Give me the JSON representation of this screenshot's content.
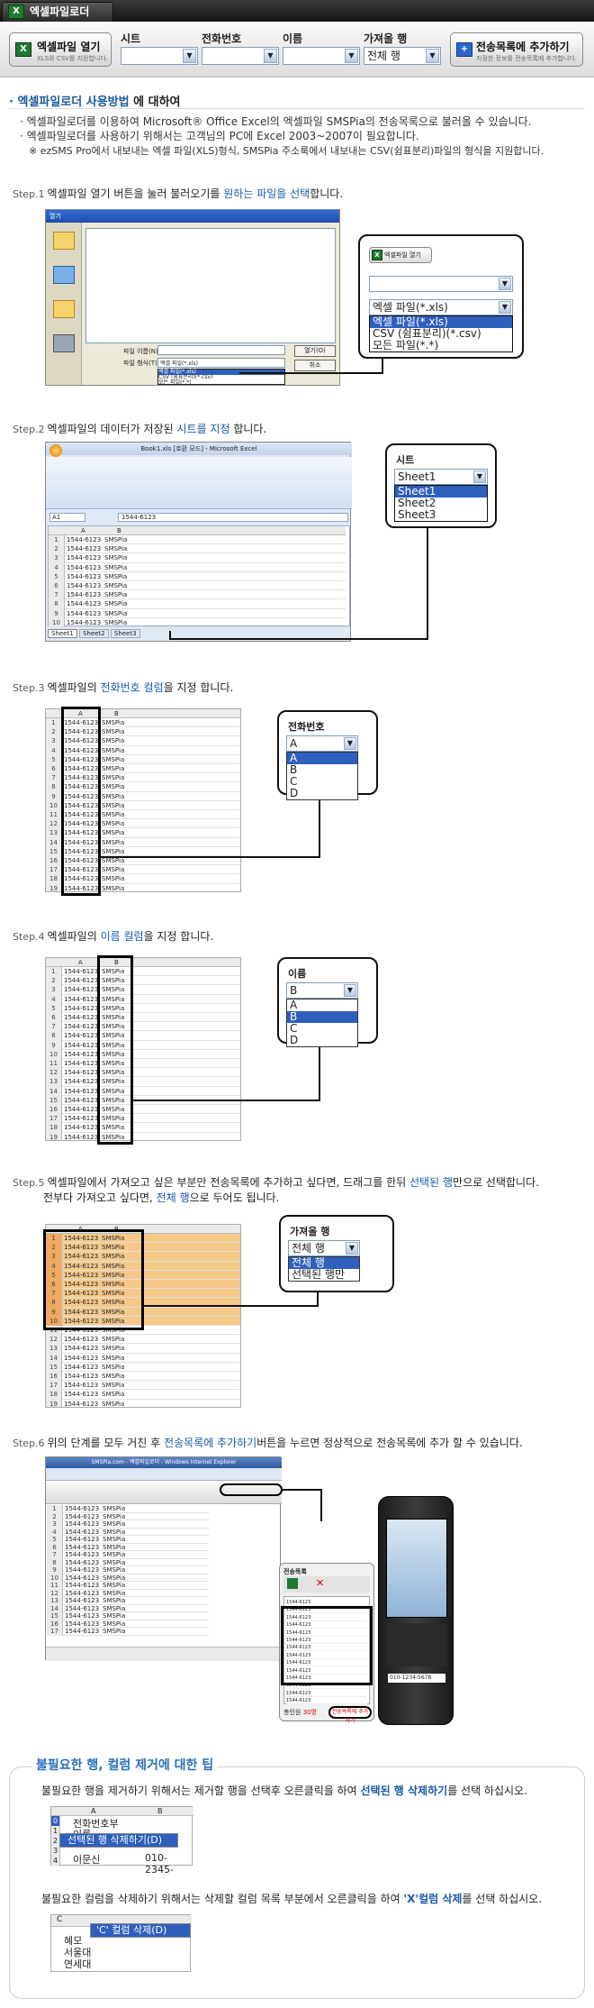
{
  "window": {
    "title": "엑셀파일로더"
  },
  "toolbar": {
    "open_button": {
      "label": "엑셀파일 열기",
      "sub": "XLS와 CSV를 지원합니다."
    },
    "fields": [
      {
        "label": "시트",
        "value": ""
      },
      {
        "label": "전화번호",
        "value": ""
      },
      {
        "label": "이름",
        "value": ""
      },
      {
        "label": "가져올 행",
        "value": "전체 행"
      }
    ],
    "add_button": {
      "label": "전송목록에 추가하기",
      "sub": "지정한 정보를 전송목록에 추가합니다."
    }
  },
  "guide": {
    "title_prefix": "· 엑셀파일로더 사용방법",
    "title_suffix": "에 대하여",
    "bullets": [
      "· 엑셀파일로더를 이용하여 Microsoft® Office Excel의 엑셀파일 SMSPia의 전송목록으로 불러올 수 있습니다.",
      "· 엑셀파일로더를 사용하기 위해서는 고객님의 PC에 Excel 2003~2007이 필요합니다.",
      "※ ezSMS Pro에서 내보내는 엑셀 파일(XLS)형식, SMSPia 주소록에서 내보내는 CSV(쉼표분리)파일의 형식을 지원합니다."
    ]
  },
  "steps": [
    {
      "num": "Step.1",
      "pre": "엑셀파일 열기 버튼을 눌러 불러오기를 ",
      "blue": "원하는 파일을 선택",
      "post": "합니다."
    },
    {
      "num": "Step.2",
      "pre": "엑셀파일의 데이터가 저장된 ",
      "blue": "시트를 지정",
      "post": " 합니다."
    },
    {
      "num": "Step.3",
      "pre": "엑셀파일의 ",
      "blue": "전화번호 컬럼",
      "post": "을 지정 합니다."
    },
    {
      "num": "Step.4",
      "pre": "엑셀파일의 ",
      "blue": "이름 컬럼",
      "post": "을 지정 합니다."
    },
    {
      "num": "Step.5",
      "pre": "엑셀파일에서 가져오고 싶은 부분만 전송목록에 추가하고 싶다면, 드래그를 한뒤 ",
      "blue": "선택된 행",
      "post": "만으로 선택합니다.",
      "line2_pre": "전부다 가져오고 싶다면, ",
      "line2_blue": "전체 행",
      "line2_post": "으로 두어도 됩니다."
    },
    {
      "num": "Step.6",
      "pre": "위의 단계를 모두 거친 후 ",
      "blue": "전송목록에 추가하기",
      "post": "버튼을 누르면 정상적으로 전송목록에 추가 할 수 있습니다."
    }
  ],
  "step1": {
    "dialog_title": "열기",
    "callout_button": "엑셀파일 열기",
    "callout_select": "엑셀 파일(*.xls)",
    "options": [
      "엑셀 파일(*.xls)",
      "CSV (쉼표분리)(*.csv)",
      "모든 파일(*.*)"
    ],
    "open_btn": "열기(O)",
    "cancel_btn": "취소",
    "filename_label": "파일 이름(N):",
    "filetype_label": "파일 형식(T):"
  },
  "step2": {
    "excel_title": "Book1.xls [호환 모드] - Microsoft Excel",
    "cell_ref": "A1",
    "cell_value": "1544-6123",
    "callout_label": "시트",
    "callout_select": "Sheet1",
    "options": [
      "Sheet1",
      "Sheet2",
      "Sheet3"
    ],
    "sheet_tabs": [
      "Sheet1",
      "Sheet2",
      "Sheet3"
    ]
  },
  "grid": {
    "col_a": "A",
    "col_b": "B",
    "phone": "1544-6123",
    "name": "SMSPia",
    "rows": [
      "1",
      "2",
      "3",
      "4",
      "5",
      "6",
      "7",
      "8",
      "9",
      "10",
      "11",
      "12",
      "13",
      "14",
      "15",
      "16",
      "17",
      "18",
      "19"
    ]
  },
  "step3": {
    "callout_label": "전화번호",
    "callout_select": "A",
    "options": [
      "A",
      "B",
      "C",
      "D"
    ]
  },
  "step4": {
    "callout_label": "이름",
    "callout_select": "B",
    "options": [
      "A",
      "B",
      "C",
      "D"
    ]
  },
  "step5": {
    "callout_label": "가져올 행",
    "callout_select": "전체 행",
    "options": [
      "전체 행",
      "선택된 행만"
    ]
  },
  "step6": {
    "browser_title": "SMSPia.com - 엑셀파일로더 - Windows Internet Explorer",
    "send_list_title": "전송목록",
    "count_label": "총인원",
    "count_value": "30명",
    "phone_number": "010-1234-5678"
  },
  "tips": {
    "title": "불필요한 행, 컬럼 제거에 대한 팁",
    "row_tip_pre": "불필요한 행을 제거하기 위해서는 제거할 행을 선택후 오른클릭을 하여 ",
    "row_tip_blue": "선택된 행 삭제하기",
    "row_tip_post": "를 선택 하십시오.",
    "row_menu": "선택된 행 삭제하기(D)",
    "row_cells": [
      "전화번호부",
      "이름",
      "이문신",
      "010-2345-"
    ],
    "col_tip_pre": "불필요한 컬럼을 삭제하기 위해서는 삭제할 컬럼 목록 부분에서 오른클릭을 하여 ",
    "col_tip_blue": "'X'컬럼 삭제",
    "col_tip_post": "를 선택 하십시오.",
    "col_menu": "'C' 컬럼 삭제(D)",
    "col_header": "C",
    "col_cells": [
      "혜모",
      "서울대",
      "연세대"
    ]
  }
}
